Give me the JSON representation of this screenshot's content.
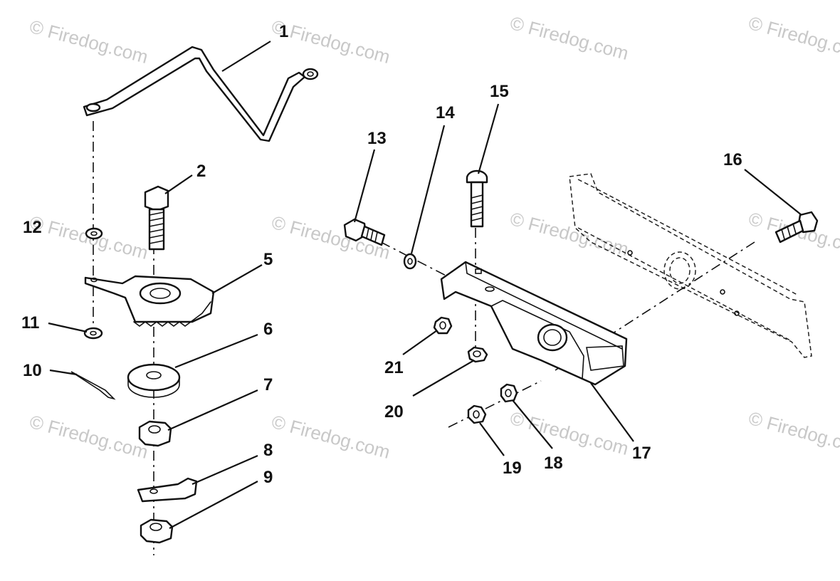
{
  "watermark": {
    "text": "© Firedog.com",
    "color": "#c8c8c8"
  },
  "callouts": {
    "c1": "1",
    "c2": "2",
    "c5": "5",
    "c6": "6",
    "c7": "7",
    "c8": "8",
    "c9": "9",
    "c10": "10",
    "c11": "11",
    "c12": "12",
    "c13": "13",
    "c14": "14",
    "c15": "15",
    "c16": "16",
    "c17": "17",
    "c18": "18",
    "c19": "19",
    "c20": "20",
    "c21": "21"
  },
  "parts": [
    {
      "ref": "1",
      "icon": "steering-drag-link-icon"
    },
    {
      "ref": "2",
      "icon": "hex-bolt-icon"
    },
    {
      "ref": "5",
      "icon": "steering-sector-gear-icon"
    },
    {
      "ref": "6",
      "icon": "flat-washer-icon"
    },
    {
      "ref": "7",
      "icon": "hex-nut-icon"
    },
    {
      "ref": "8",
      "icon": "clip-icon"
    },
    {
      "ref": "9",
      "icon": "hex-nut-icon"
    },
    {
      "ref": "10",
      "icon": "cotter-pin-icon"
    },
    {
      "ref": "11",
      "icon": "washer-icon"
    },
    {
      "ref": "12",
      "icon": "washer-icon"
    },
    {
      "ref": "13",
      "icon": "hex-bolt-icon"
    },
    {
      "ref": "14",
      "icon": "washer-icon"
    },
    {
      "ref": "15",
      "icon": "carriage-bolt-icon"
    },
    {
      "ref": "16",
      "icon": "hex-bolt-icon"
    },
    {
      "ref": "17",
      "icon": "steering-bracket-icon"
    },
    {
      "ref": "18",
      "icon": "hex-nut-icon"
    },
    {
      "ref": "19",
      "icon": "hex-nut-icon"
    },
    {
      "ref": "20",
      "icon": "hex-nut-icon"
    },
    {
      "ref": "21",
      "icon": "hex-nut-icon"
    }
  ]
}
